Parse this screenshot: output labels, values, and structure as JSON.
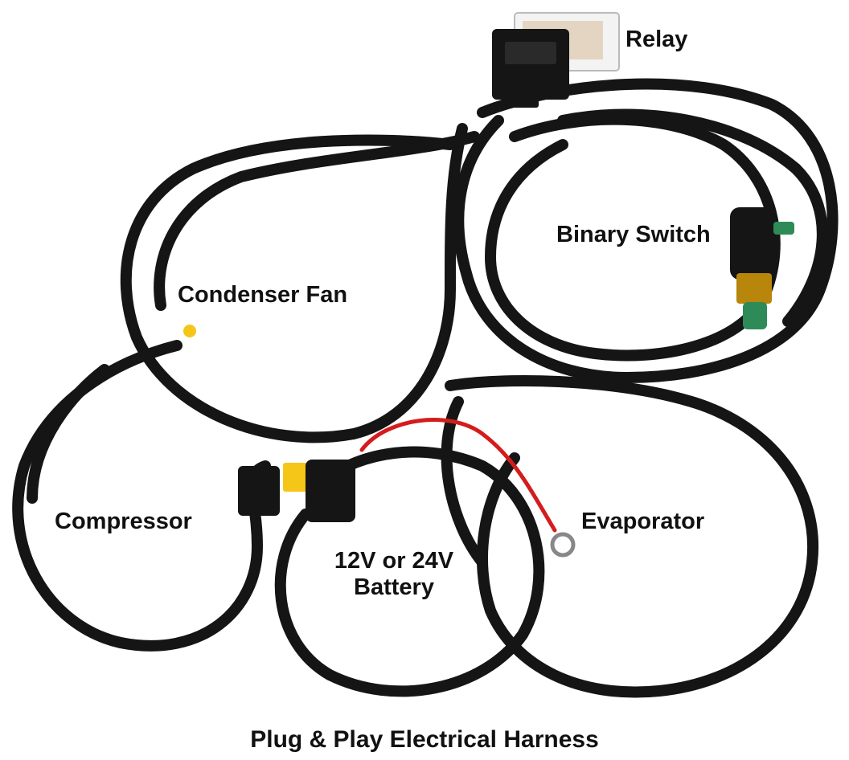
{
  "labels": {
    "relay": "Relay",
    "binary_switch": "Binary Switch",
    "condenser_fan": "Condenser Fan",
    "compressor": "Compressor",
    "evaporator": "Evaporator",
    "battery_line1": "12V or 24V",
    "battery_line2": "Battery"
  },
  "caption": "Plug & Play Electrical Harness",
  "colors": {
    "cable": "#151515",
    "battery_lead": "#d41c1c",
    "background": "#ffffff",
    "switch_fitting": "#2e8b57",
    "fuse": "#f5c518"
  }
}
